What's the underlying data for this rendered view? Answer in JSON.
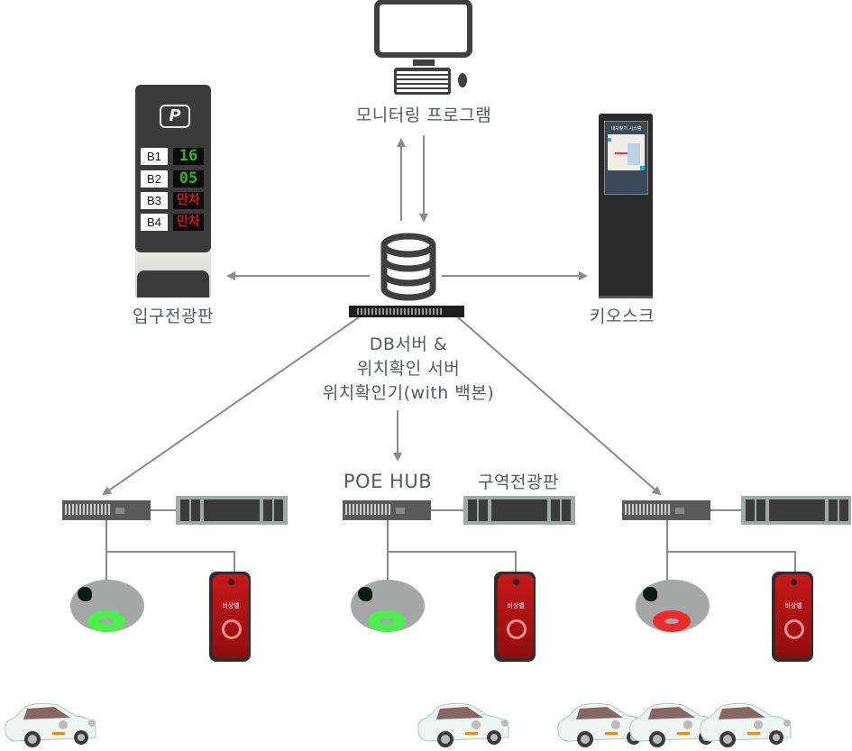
{
  "nodes": {
    "monitoring": {
      "label": "모니터링 프로그램",
      "icon": "desktop-computer-icon"
    },
    "entrance_board": {
      "label": "입구전광판",
      "logo": "P",
      "rows": [
        {
          "floor": "B1",
          "value": "16",
          "status": "available"
        },
        {
          "floor": "B2",
          "value": "05",
          "status": "available"
        },
        {
          "floor": "B3",
          "value": "만차",
          "status": "full"
        },
        {
          "floor": "B4",
          "value": "만차",
          "status": "full"
        }
      ]
    },
    "kiosk": {
      "label": "키오스크",
      "screen_title": "내차찾기 시스템"
    },
    "server": {
      "lines": [
        "DB서버 &",
        "위치확인 서버",
        "위치확인기(with 백본)"
      ]
    },
    "poe_hub": {
      "label": "POE HUB"
    },
    "zone_board": {
      "label": "구역전광판"
    },
    "emergency_bell": {
      "label": "비상벨"
    }
  },
  "zones": [
    {
      "sensor_led": "green",
      "cars": 1
    },
    {
      "sensor_led": "green",
      "cars": 1
    },
    {
      "sensor_led": "red",
      "cars": 3
    }
  ],
  "colors": {
    "line": "#8a8a8a",
    "icon_dark": "#3f3f3f",
    "led_green": "#4cf04c",
    "led_red": "#ee2b2b",
    "bell_red": "#b81414"
  }
}
